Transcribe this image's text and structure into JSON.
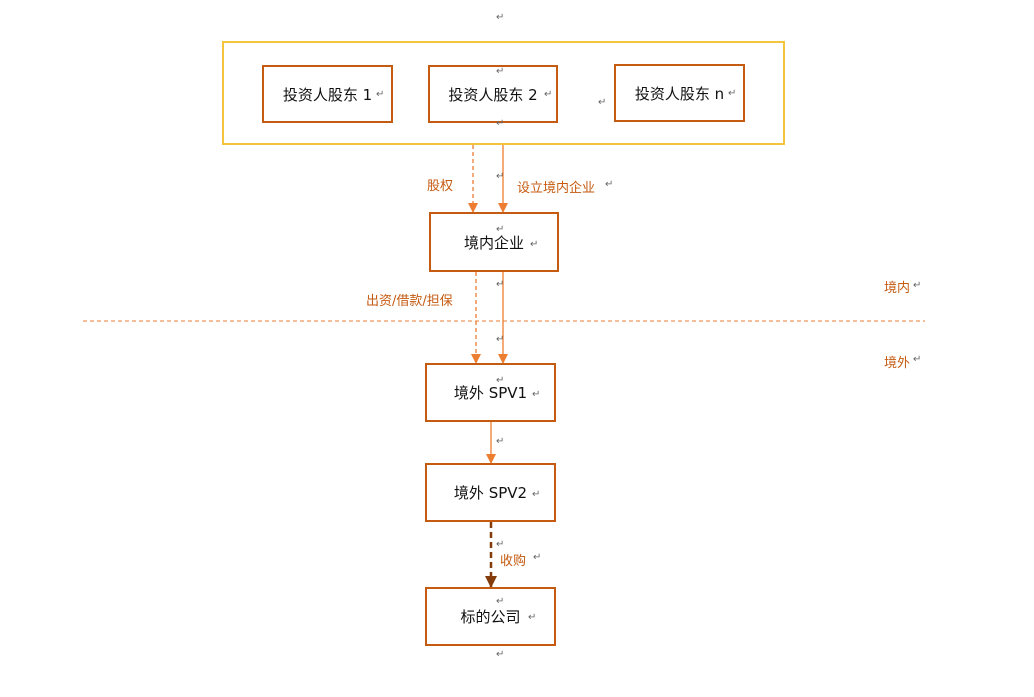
{
  "shareholders": {
    "items": [
      {
        "label": "投资人股东 1"
      },
      {
        "label": "投资人股东 2"
      },
      {
        "label": "投资人股东 n"
      }
    ]
  },
  "nodes": {
    "domestic_company": "境内企业",
    "spv1": "境外 SPV1",
    "spv2": "境外 SPV2",
    "target_company": "标的公司"
  },
  "edges": {
    "equity": "股权",
    "establish_domestic": "设立境内企业",
    "invest_loan_guarantee": "出资/借款/担保",
    "acquisition": "收购"
  },
  "regions": {
    "domestic": "境内",
    "overseas": "境外"
  },
  "paragraph_mark": "↵",
  "colors": {
    "box_border": "#c55a11",
    "group_border": "#f2c53d",
    "arrow": "#ed7d31",
    "dashed_arrow_dark": "#843c0c"
  }
}
